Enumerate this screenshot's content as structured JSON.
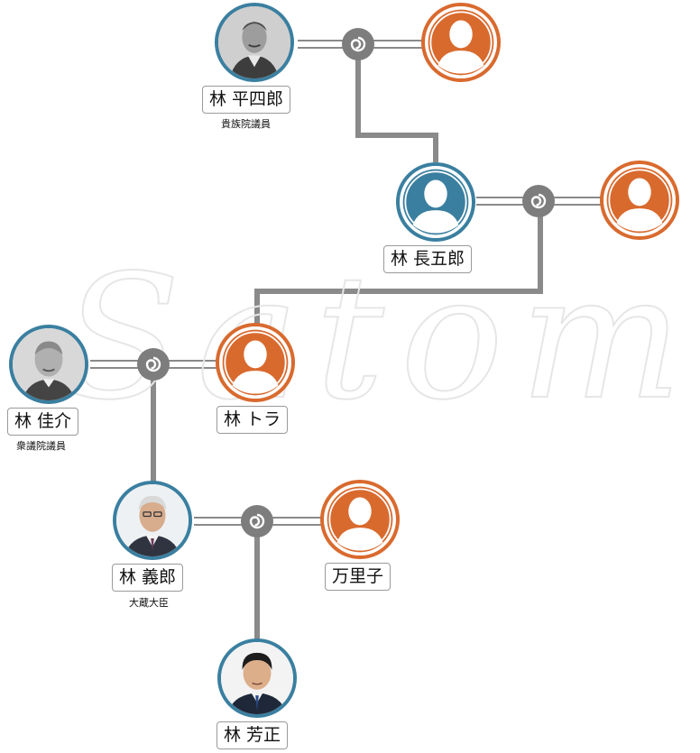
{
  "colors": {
    "male": "#3a7fa0",
    "female": "#d96a2e",
    "line": "#8a8a8a",
    "knot": "#7d7d7d"
  },
  "people": {
    "heishiro": {
      "name": "林 平四郎",
      "title": "貴族院議員",
      "type": "photo"
    },
    "heishiro_spouse": {
      "type": "female"
    },
    "chogoro": {
      "name": "林 長五郎",
      "type": "male"
    },
    "chogoro_spouse": {
      "type": "female"
    },
    "keisuke": {
      "name": "林 佳介",
      "title": "衆議院議員",
      "type": "photo"
    },
    "tora": {
      "name": "林 トラ",
      "type": "female"
    },
    "yoshiro": {
      "name": "林 義郎",
      "title": "大蔵大臣",
      "type": "photo"
    },
    "mariko": {
      "name": "万里子",
      "type": "female"
    },
    "yoshimasa": {
      "name": "林 芳正",
      "type": "photo"
    }
  },
  "watermark": "Satomi"
}
